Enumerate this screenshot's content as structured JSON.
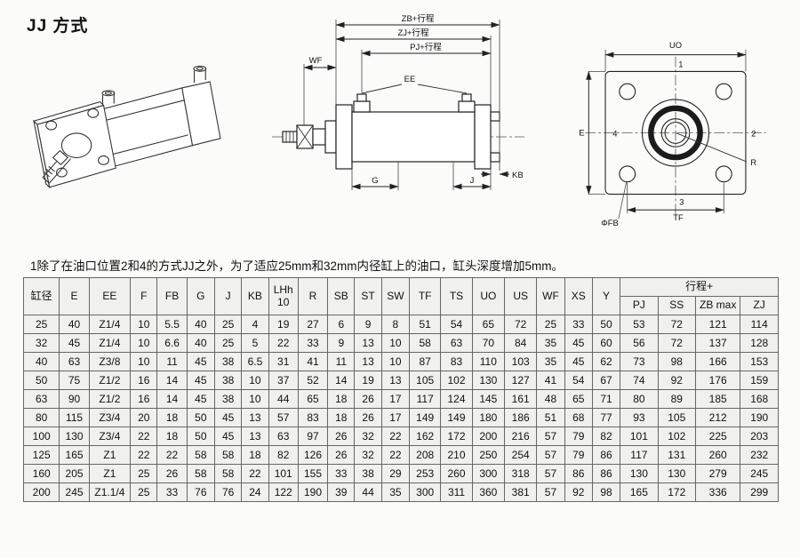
{
  "page": {
    "title": "JJ 方式",
    "note": "1除了在油口位置2和4的方式JJ之外，为了适应25mm和32mm内径缸上的油口，缸头深度增加5mm。"
  },
  "side_view": {
    "dim_zb": "ZB+行程",
    "dim_zj": "ZJ+行程",
    "dim_pj": "PJ+行程",
    "dim_wf": "WF",
    "dim_ee": "EE",
    "dim_g": "G",
    "dim_j": "J",
    "dim_kb": "KB"
  },
  "front_view": {
    "dim_uo": "UO",
    "dim_e": "E",
    "dim_r": "R",
    "dim_tf": "TF",
    "dim_fb": "ΦFB",
    "port_1": "1",
    "port_2": "2",
    "port_3": "3",
    "port_4": "4"
  },
  "table": {
    "headers_row1": [
      "缸径",
      "E",
      "EE",
      "F",
      "FB",
      "G",
      "J",
      "KB",
      "LHh\n10",
      "R",
      "SB",
      "ST",
      "SW",
      "TF",
      "TS",
      "UO",
      "US",
      "WF",
      "XS",
      "Y"
    ],
    "stroke_group_header": "行程+",
    "headers_row2": [
      "PJ",
      "SS",
      "ZB max",
      "ZJ"
    ],
    "rows": [
      [
        "25",
        "40",
        "Z1/4",
        "10",
        "5.5",
        "40",
        "25",
        "4",
        "19",
        "27",
        "6",
        "9",
        "8",
        "51",
        "54",
        "65",
        "72",
        "25",
        "33",
        "50",
        "53",
        "72",
        "121",
        "114"
      ],
      [
        "32",
        "45",
        "Z1/4",
        "10",
        "6.6",
        "40",
        "25",
        "5",
        "22",
        "33",
        "9",
        "13",
        "10",
        "58",
        "63",
        "70",
        "84",
        "35",
        "45",
        "60",
        "56",
        "72",
        "137",
        "128"
      ],
      [
        "40",
        "63",
        "Z3/8",
        "10",
        "11",
        "45",
        "38",
        "6.5",
        "31",
        "41",
        "11",
        "13",
        "10",
        "87",
        "83",
        "110",
        "103",
        "35",
        "45",
        "62",
        "73",
        "98",
        "166",
        "153"
      ],
      [
        "50",
        "75",
        "Z1/2",
        "16",
        "14",
        "45",
        "38",
        "10",
        "37",
        "52",
        "14",
        "19",
        "13",
        "105",
        "102",
        "130",
        "127",
        "41",
        "54",
        "67",
        "74",
        "92",
        "176",
        "159"
      ],
      [
        "63",
        "90",
        "Z1/2",
        "16",
        "14",
        "45",
        "38",
        "10",
        "44",
        "65",
        "18",
        "26",
        "17",
        "117",
        "124",
        "145",
        "161",
        "48",
        "65",
        "71",
        "80",
        "89",
        "185",
        "168"
      ],
      [
        "80",
        "115",
        "Z3/4",
        "20",
        "18",
        "50",
        "45",
        "13",
        "57",
        "83",
        "18",
        "26",
        "17",
        "149",
        "149",
        "180",
        "186",
        "51",
        "68",
        "77",
        "93",
        "105",
        "212",
        "190"
      ],
      [
        "100",
        "130",
        "Z3/4",
        "22",
        "18",
        "50",
        "45",
        "13",
        "63",
        "97",
        "26",
        "32",
        "22",
        "162",
        "172",
        "200",
        "216",
        "57",
        "79",
        "82",
        "101",
        "102",
        "225",
        "203"
      ],
      [
        "125",
        "165",
        "Z1",
        "22",
        "22",
        "58",
        "58",
        "18",
        "82",
        "126",
        "26",
        "32",
        "22",
        "208",
        "210",
        "250",
        "254",
        "57",
        "79",
        "86",
        "117",
        "131",
        "260",
        "232"
      ],
      [
        "160",
        "205",
        "Z1",
        "25",
        "26",
        "58",
        "58",
        "22",
        "101",
        "155",
        "33",
        "38",
        "29",
        "253",
        "260",
        "300",
        "318",
        "57",
        "86",
        "86",
        "130",
        "130",
        "279",
        "245"
      ],
      [
        "200",
        "245",
        "Z1.1/4",
        "25",
        "33",
        "76",
        "76",
        "24",
        "122",
        "190",
        "39",
        "44",
        "35",
        "300",
        "311",
        "360",
        "381",
        "57",
        "92",
        "98",
        "165",
        "172",
        "336",
        "299"
      ]
    ]
  }
}
